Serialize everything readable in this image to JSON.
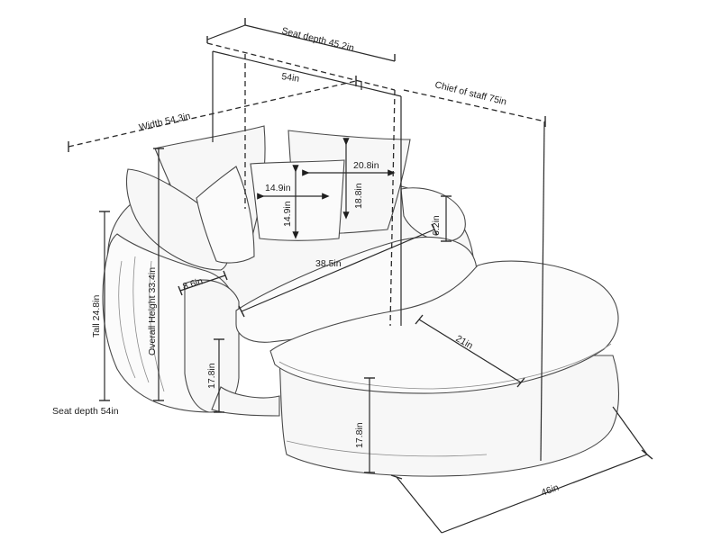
{
  "labels": {
    "seat_depth_top": "Seat depth 45.2in",
    "width_54": "54in",
    "chief_of_staff": "Chief of staff  75in",
    "width_overall": "Width 54.3in",
    "pillow_width": "20.8in",
    "pillow_small_w": "14.9in",
    "pillow_height": "18.8in",
    "pillow_small_h": "14.9in",
    "arm_height": "6.2in",
    "seat_width": "38.5in",
    "arm_width": "8.6in",
    "overall_height": "Overall Height 33.4in",
    "tall": "Tall 24.8in",
    "ottoman_depth": "21in",
    "seat_height": "17.8in",
    "ottoman_height": "17.8in",
    "seat_depth_bottom": "Seat depth 54in",
    "ottoman_width": "46in"
  }
}
